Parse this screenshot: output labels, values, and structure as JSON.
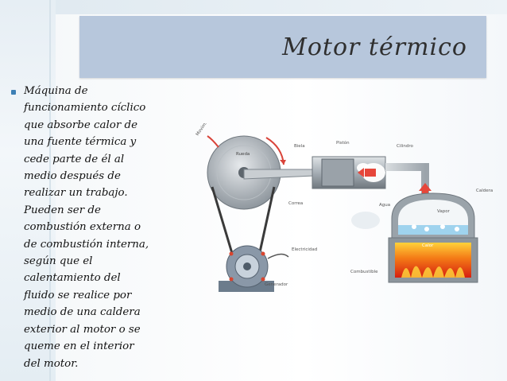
{
  "slide": {
    "title": "Motor térmico",
    "body": "Máquina de\nfuncionamiento cíclico\nque absorbe calor de\nuna fuente térmica y\ncede parte de él al\nmedio después de\nrealizar un trabajo.\nPueden ser de\ncombustión externa o\nde combustión interna,\nsegún que el\ncalentamiento del\nfluido se realice por\nmedio de una caldera\nexterior al motor o se\nqueme en el interior\ndel motor."
  },
  "diagram": {
    "labels": {
      "movimiento": "Movimiento",
      "rueda": "Rueda",
      "biela": "Biela",
      "piston": "Pistón",
      "cilindro": "Cilindro",
      "caldera": "Caldera",
      "correa": "Correa",
      "agua": "Agua",
      "vapor": "Vapor",
      "electricidad": "Electricidad",
      "calor": "Calor",
      "combustible": "Combustible",
      "generador": "Generador"
    }
  }
}
